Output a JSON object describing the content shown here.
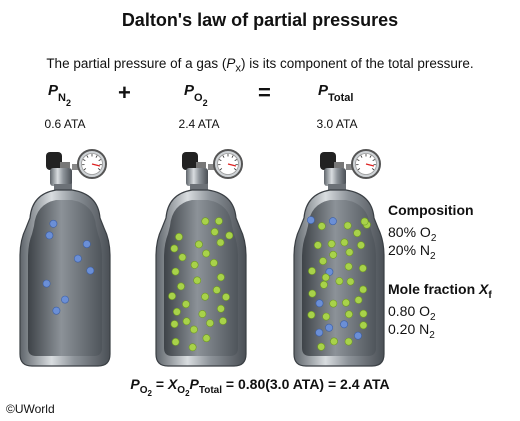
{
  "title": "Dalton's law of partial pressures",
  "subtitle": {
    "before": "The partial pressure of a gas (",
    "symbol": "P",
    "symbol_sub": "x",
    "after": ") is its component of the total pressure."
  },
  "equation": {
    "term1": {
      "symbol": "P",
      "sub": "N",
      "subsub": "2",
      "value": "0.6 ATA"
    },
    "op1": "+",
    "term2": {
      "symbol": "P",
      "sub": "O",
      "subsub": "2",
      "value": "2.4 ATA"
    },
    "op2": "=",
    "term3": {
      "symbol": "P",
      "sub": "Total",
      "value": "3.0 ATA"
    }
  },
  "composition": {
    "heading": "Composition",
    "line1": {
      "text": "80% O",
      "sub": "2"
    },
    "line2": {
      "text": "20% N",
      "sub": "2"
    }
  },
  "mole_fraction": {
    "heading": "Mole fraction ",
    "symbol": "X",
    "symbol_sub": "f",
    "line1": {
      "text": "0.80 O",
      "sub": "2"
    },
    "line2": {
      "text": "0.20 N",
      "sub": "2"
    }
  },
  "formula": {
    "p": "P",
    "p_sub": "O",
    "p_subsub": "2",
    "eq1": " = ",
    "x": "X",
    "x_sub": "O",
    "x_subsub": "2",
    "p2": "P",
    "p2_sub": "Total",
    "rest": " = 0.80(3.0 ATA) = 2.4 ATA"
  },
  "copyright": "©UWorld",
  "colors": {
    "nitrogen": "#6b8fd6",
    "oxygen": "#a8d24a",
    "tank_metal": "#8e949a",
    "tank_inner": "#4f555b"
  },
  "tanks": [
    {
      "name": "nitrogen-tank",
      "n2_count": 8,
      "o2_count": 0
    },
    {
      "name": "oxygen-tank",
      "n2_count": 0,
      "o2_count": 32
    },
    {
      "name": "total-tank",
      "n2_count": 8,
      "o2_count": 32
    }
  ]
}
